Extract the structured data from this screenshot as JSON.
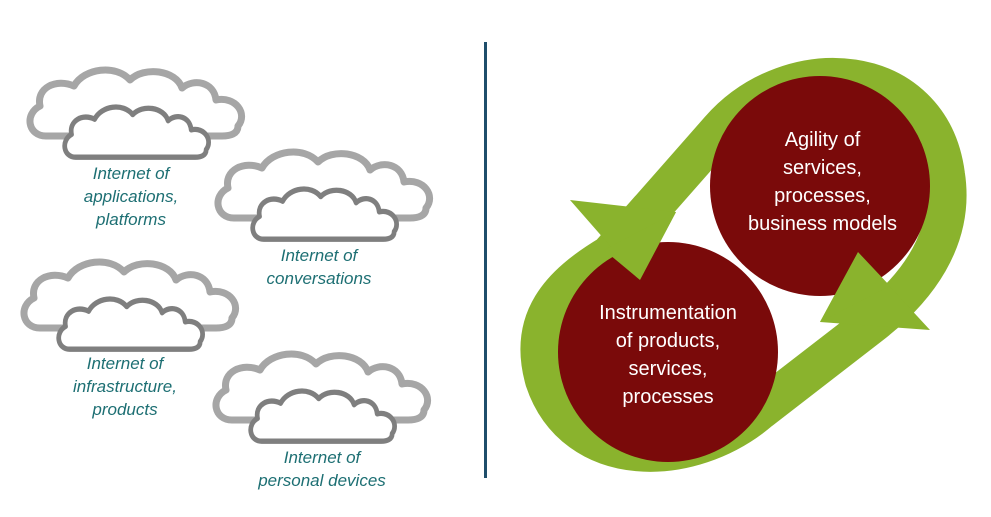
{
  "clouds": [
    {
      "lines": [
        "Internet of",
        "applications,",
        "platforms"
      ]
    },
    {
      "lines": [
        "Internet of",
        "conversations"
      ]
    },
    {
      "lines": [
        "Internet of",
        "infrastructure,",
        "products"
      ]
    },
    {
      "lines": [
        "Internet of",
        "personal devices"
      ]
    }
  ],
  "cycle": {
    "top_lines": [
      "Agility of",
      "services,",
      "processes,",
      "business models"
    ],
    "bottom_lines": [
      "Instrumentation",
      "of products,",
      "services,",
      "processes"
    ]
  },
  "colors": {
    "cloud_outer": "#a6a6a6",
    "cloud_inner": "#7f7f7f",
    "label_text": "#1d6f73",
    "divider": "#1f4e6b",
    "loop_green": "#8ab32d",
    "circle_red": "#7a0a0a",
    "circle_text": "#ffffff"
  }
}
